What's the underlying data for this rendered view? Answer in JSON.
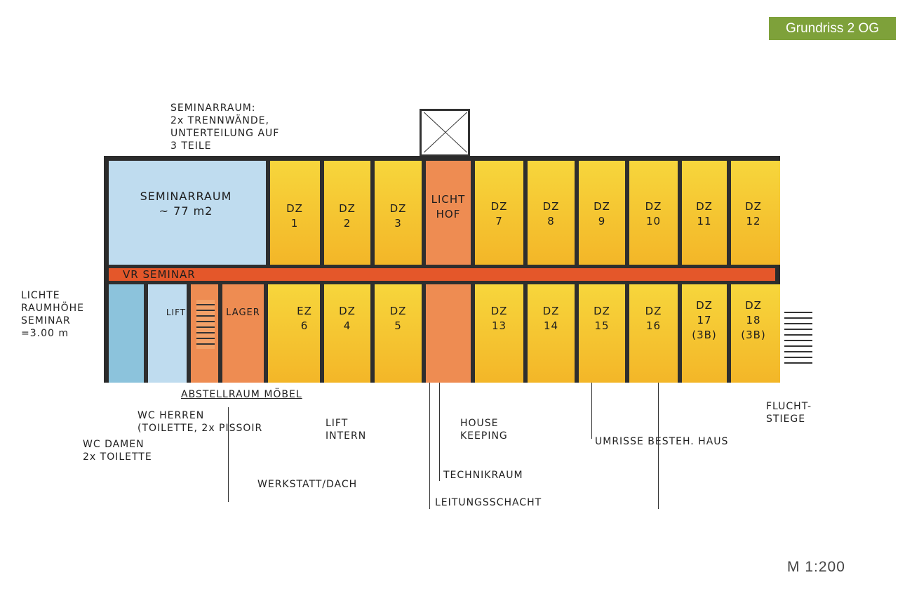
{
  "title": "Grundriss 2 OG",
  "scale": "M  1:200",
  "colors": {
    "badge": "#7ea13a",
    "rooms": "#f3c230",
    "seminar": "#bfdcef",
    "corridor": "#e4572a",
    "service": "#ee8c52"
  },
  "rooms_top": [
    {
      "label": "SEMINARRAUM\n~ 77 m2"
    },
    {
      "label": "DZ\n1"
    },
    {
      "label": "DZ\n2"
    },
    {
      "label": "DZ\n3"
    },
    {
      "label": "LICHT\nHOF"
    },
    {
      "label": "DZ\n7"
    },
    {
      "label": "DZ\n8"
    },
    {
      "label": "DZ\n9"
    },
    {
      "label": "DZ\n10"
    },
    {
      "label": "DZ\n11"
    },
    {
      "label": "DZ\n12"
    }
  ],
  "rooms_bottom": [
    {
      "label": "LIFT"
    },
    {
      "label": "LAGER"
    },
    {
      "label": "EZ\n6"
    },
    {
      "label": "DZ\n4"
    },
    {
      "label": "DZ\n5"
    },
    {
      "label": "DZ\n13"
    },
    {
      "label": "DZ\n14"
    },
    {
      "label": "DZ\n15"
    },
    {
      "label": "DZ\n16"
    },
    {
      "label": "DZ\n17\n(3B)"
    },
    {
      "label": "DZ\n18\n(3B)"
    }
  ],
  "corridor_label": "VR SEMINAR",
  "notes": {
    "seminar": "SEMINARRAUM:\n2x TRENNWÄNDE,\nUNTERTEILUNG AUF\n3 TEILE",
    "height": "LICHTE\nRAUMHÖHE\nSEMINAR\n=3.00 m",
    "abstell": "ABSTELLRAUM MÖBEL",
    "wc_herren": "WC HERREN\n(TOILETTE, 2x PISSOIR",
    "wc_damen": "WC DAMEN\n2x TOILETTE",
    "lift_intern": "LIFT\nINTERN",
    "werkstatt": "WERKSTATT/DACH",
    "housekeeping": "HOUSE\nKEEPING",
    "technik": "TECHNIKRAUM",
    "leitung": "LEITUNGSSCHACHT",
    "umrisse": "UMRISSE BESTEH. HAUS",
    "flucht": "FLUCHT-\nSTIEGE"
  }
}
